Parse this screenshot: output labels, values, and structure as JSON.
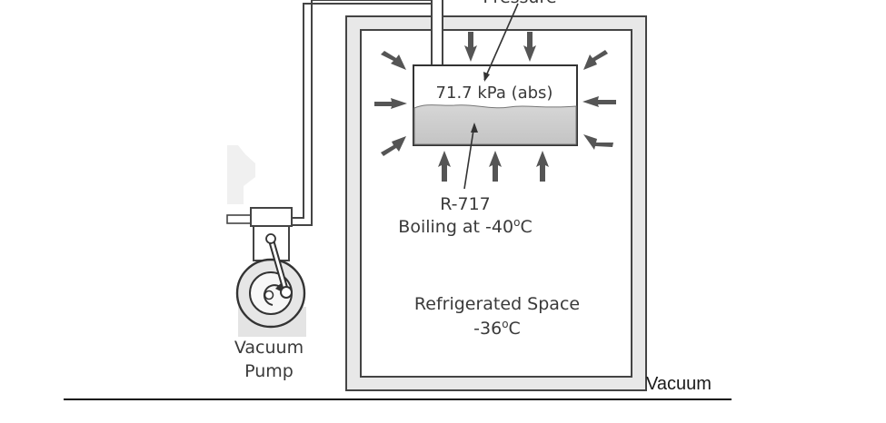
{
  "diagram": {
    "pressure_label_partial": "Pressure",
    "vessel_pressure": "71.7 kPa (abs)",
    "refrigerant": "R-717",
    "boiling_prefix": "Boiling at -40",
    "boiling_suffix": "C",
    "space_title": "Refrigerated Space",
    "space_temp_prefix": "-36",
    "space_temp_suffix": "C",
    "degree_symbol": "o",
    "pump_line1": "Vacuum",
    "pump_line2": "Pump",
    "bottom_label": "Vacuum"
  }
}
